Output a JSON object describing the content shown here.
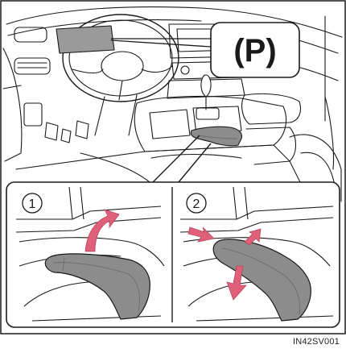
{
  "callout": {
    "symbol": "(P)"
  },
  "steps": [
    {
      "number": "1"
    },
    {
      "number": "2"
    }
  ],
  "figure_code": "IN42SV001",
  "colors": {
    "line": "#1a1a1a",
    "lever_gray": "#8c8c8c",
    "lever_dark": "#6e6e6e",
    "arrow_pink": "#e0607a",
    "indicator_gray": "#9a9a9a"
  }
}
